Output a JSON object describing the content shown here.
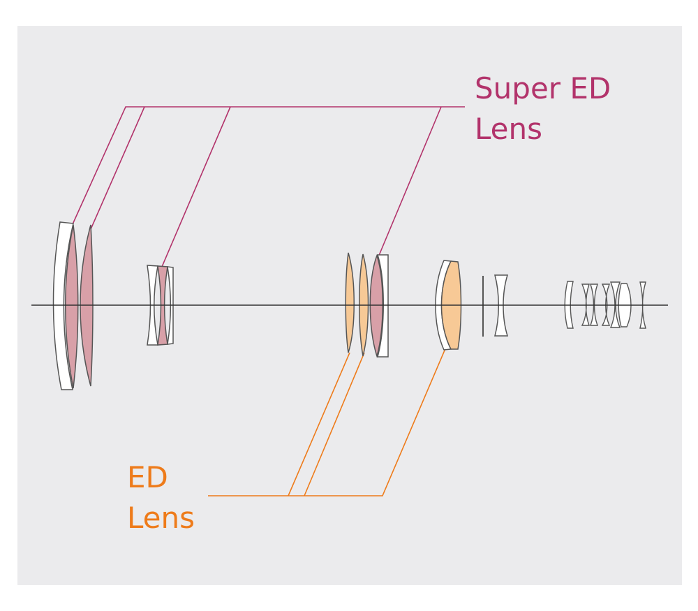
{
  "labels": {
    "super_ed": [
      "Super ED",
      "Lens"
    ],
    "ed": [
      "ED",
      "Lens"
    ]
  },
  "legend": [
    {
      "key": "super_ed",
      "fill": "#d8a0a8",
      "line_color": "#b2336b"
    },
    {
      "key": "ed",
      "fill": "#f7c996",
      "line_color": "#ee7b1a"
    }
  ],
  "colors": {
    "background": "#ebebed",
    "outline": "#555555",
    "optical_axis": "#333333",
    "plain_lens_fill": "#ffffff"
  }
}
